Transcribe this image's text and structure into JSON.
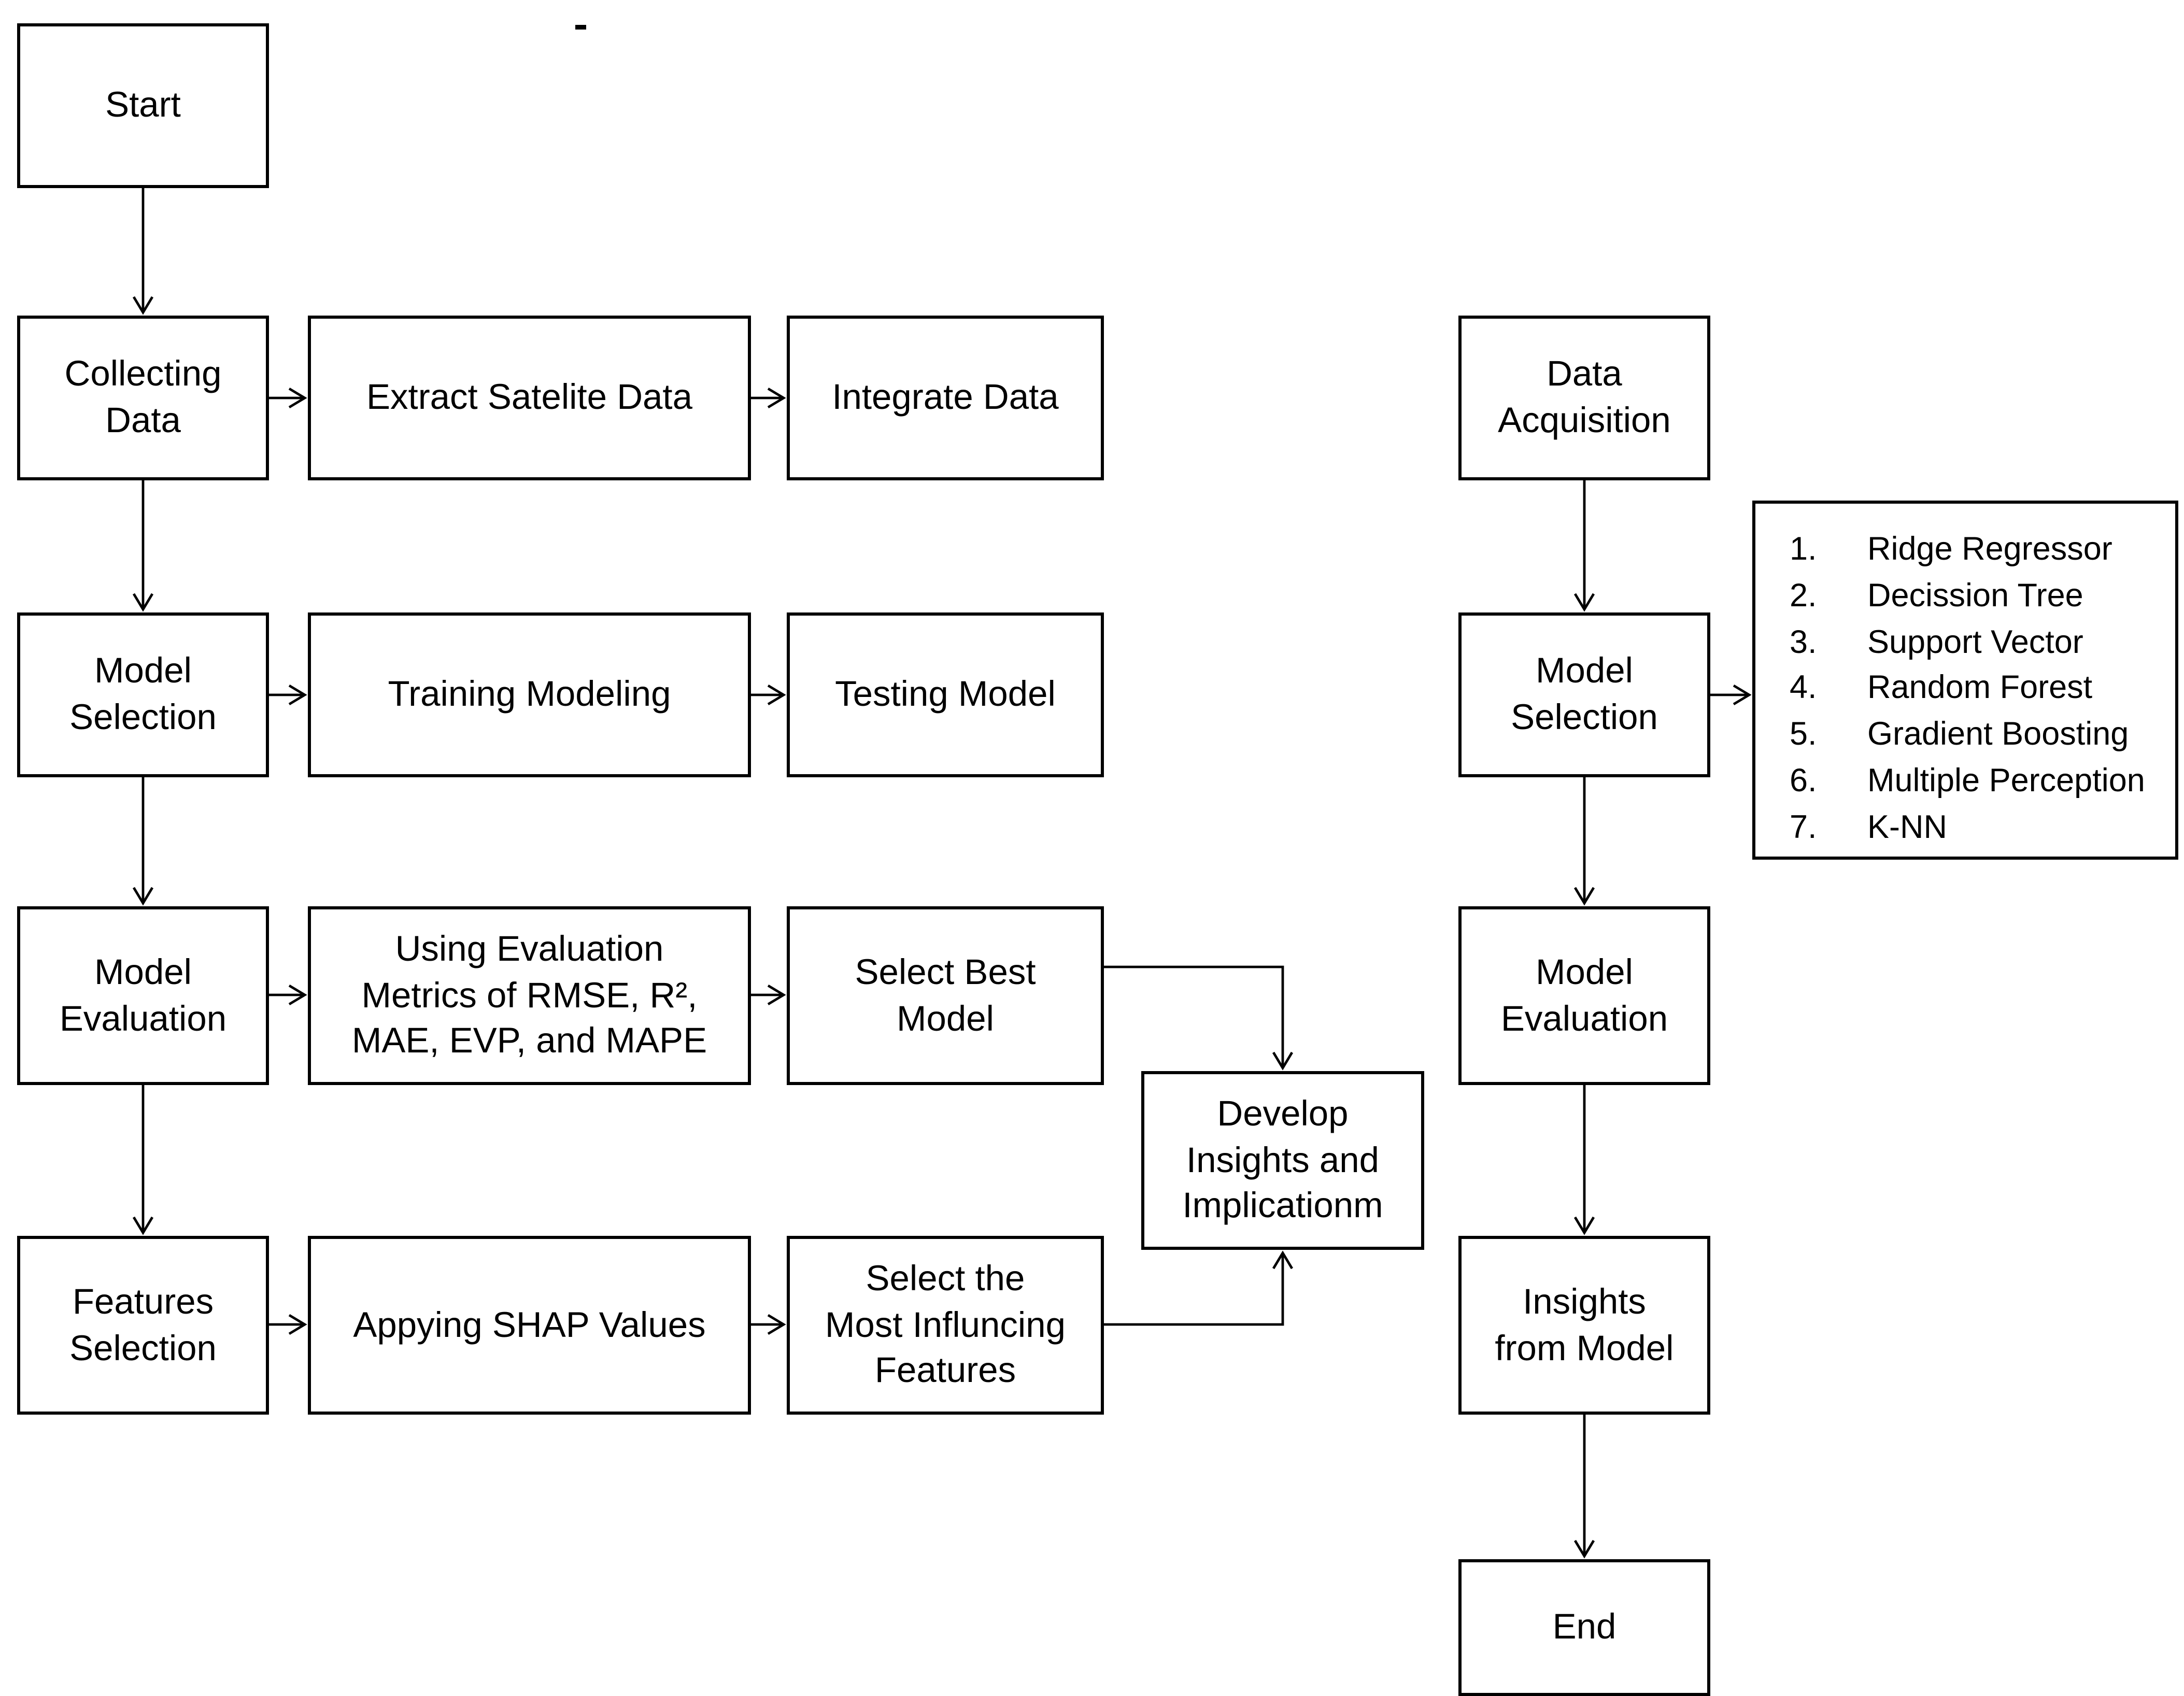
{
  "colors": {
    "line": "#000000",
    "background": "#ffffff"
  },
  "nodes": {
    "start": "Start",
    "collecting_data": "Collecting\nData",
    "extract_satellite": "Extract Satelite Data",
    "integrate_data": "Integrate Data",
    "model_selection_left": "Model\nSelection",
    "training_modeling": "Training Modeling",
    "testing_model": "Testing Model",
    "model_evaluation_left": "Model\nEvaluation",
    "evaluation_metrics": "Using Evaluation\nMetrics of RMSE, R²,\nMAE, EVP, and MAPE",
    "select_best_model": "Select Best\nModel",
    "features_selection": "Features\nSelection",
    "applying_shap": "Appying SHAP Values",
    "select_influencing": "Select the\nMost Influncing\nFeatures",
    "develop_insights": "Develop\nInsights and\nImplicationm",
    "data_acquisition": "Data\nAcquisition",
    "model_selection_right": "Model\nSelection",
    "model_evaluation_right": "Model\nEvaluation",
    "insights_from_model": "Insights\nfrom Model",
    "end": "End"
  },
  "model_list": {
    "items": [
      {
        "num": "1.",
        "label": "Ridge Regressor"
      },
      {
        "num": "2.",
        "label": "Decission Tree"
      },
      {
        "num": "3.",
        "label": "Support Vector"
      },
      {
        "num": "4.",
        "label": "Random Forest"
      },
      {
        "num": "5.",
        "label": "Gradient Boosting"
      },
      {
        "num": "6.",
        "label": "Multiple Perception"
      },
      {
        "num": "7.",
        "label": "K-NN"
      }
    ]
  }
}
